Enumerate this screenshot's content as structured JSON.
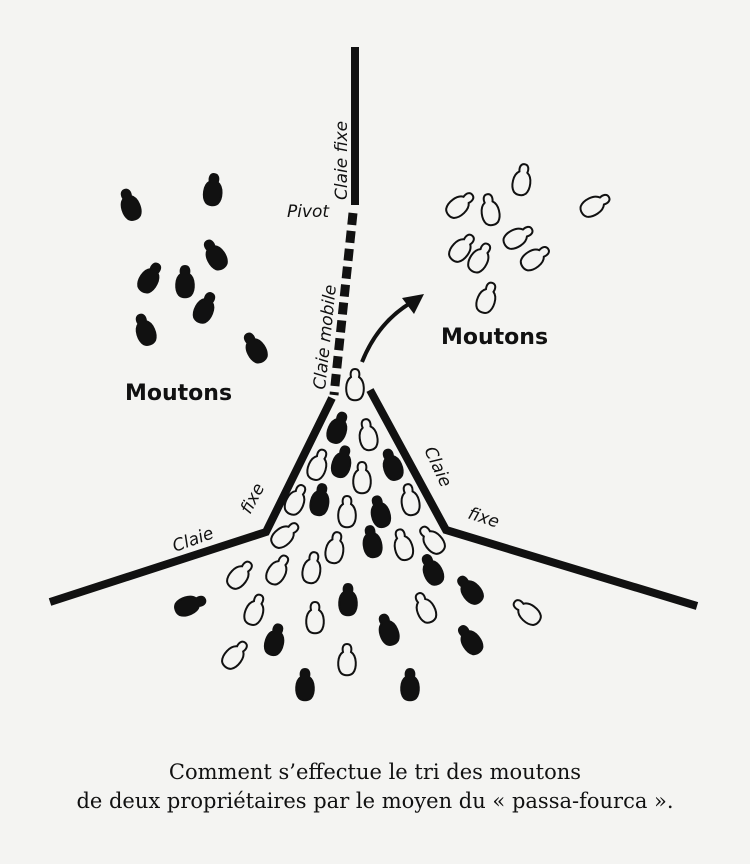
{
  "labels": {
    "top_fixed": "Claie  fixe",
    "pivot": "Pivot",
    "mobile": "Claie mobile",
    "left_claie": "Claie",
    "left_fixe": "fixe",
    "right_claie": "Claie",
    "right_fixe": "fixe",
    "moutons_left": "Moutons",
    "moutons_right": "Moutons"
  },
  "caption": {
    "line1": "Comment s’effectue le tri des moutons",
    "line2": "de deux propriétaires par le moyen du « passa-fourca »."
  },
  "colors": {
    "ink": "#111111",
    "paper": "#f4f4f2"
  }
}
